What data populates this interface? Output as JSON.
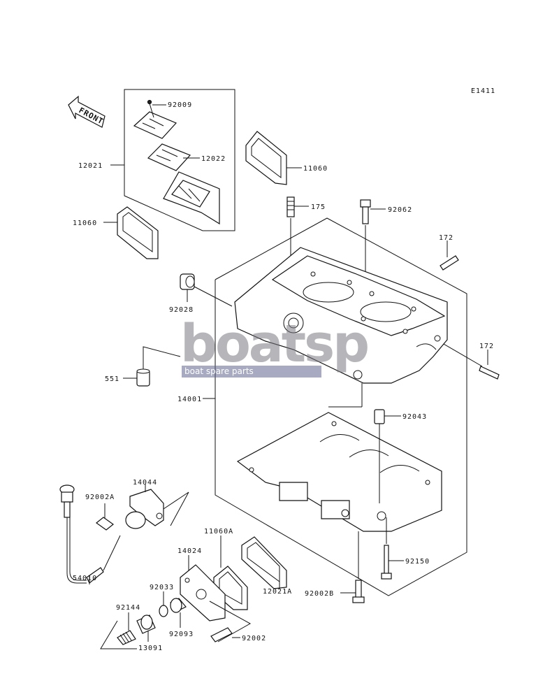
{
  "diagram": {
    "code": "E1411",
    "front_label": "FRONT",
    "parts": {
      "p92009": "92009",
      "p12022": "12022",
      "p12021": "12021",
      "p11060_top": "11060",
      "p11060_left": "11060",
      "p175": "175",
      "p92062": "92062",
      "p172_top": "172",
      "p172_right": "172",
      "p92028": "92028",
      "p551": "551",
      "p14001": "14001",
      "p92043": "92043",
      "p92002A": "92002A",
      "p14044": "14044",
      "p11060A": "11060A",
      "p14024": "14024",
      "p54010": "54010",
      "p12021A": "12021A",
      "p92150": "92150",
      "p92033": "92033",
      "p92144": "92144",
      "p92093": "92093",
      "p92002B": "92002B",
      "p13091": "13091",
      "p92002": "92002"
    }
  },
  "watermark": {
    "logo_text": "boatsp",
    "tagline": "boat spare parts"
  },
  "colors": {
    "line": "#111111",
    "watermark_gray": "#7a7a82",
    "watermark_band": "#5f648c"
  }
}
